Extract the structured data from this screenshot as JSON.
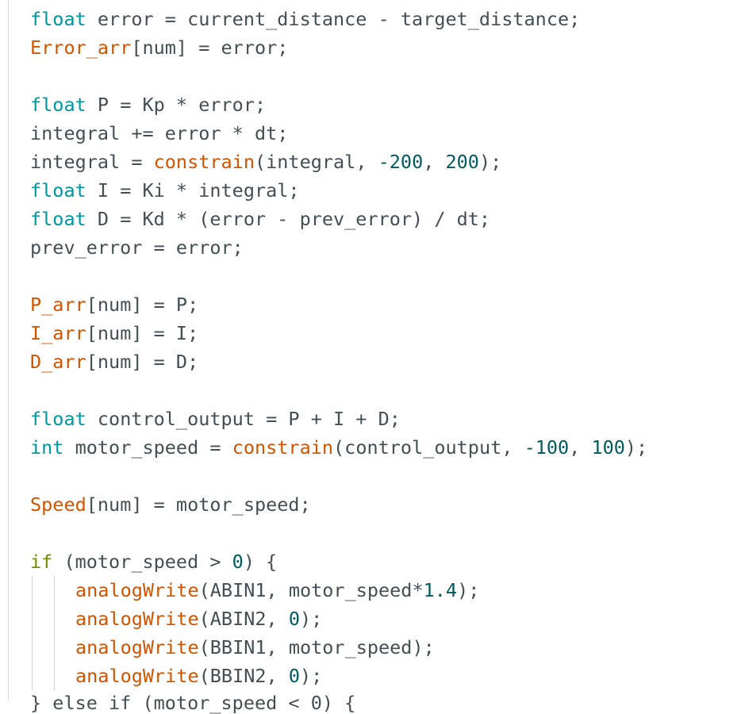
{
  "code_lines": [
    [
      {
        "t": "float",
        "c": "kw"
      },
      {
        "t": " error = current_distance - target_distance;",
        "c": "plain"
      }
    ],
    [
      {
        "t": "Error_arr",
        "c": "fn"
      },
      {
        "t": "[num] = error;",
        "c": "plain"
      }
    ],
    [],
    [
      {
        "t": "float",
        "c": "kw"
      },
      {
        "t": " P = Kp * error;",
        "c": "plain"
      }
    ],
    [
      {
        "t": "integral += error * dt;",
        "c": "plain"
      }
    ],
    [
      {
        "t": "integral = ",
        "c": "plain"
      },
      {
        "t": "constrain",
        "c": "fn"
      },
      {
        "t": "(integral, ",
        "c": "plain"
      },
      {
        "t": "-200",
        "c": "num"
      },
      {
        "t": ", ",
        "c": "plain"
      },
      {
        "t": "200",
        "c": "num"
      },
      {
        "t": ");",
        "c": "plain"
      }
    ],
    [
      {
        "t": "float",
        "c": "kw"
      },
      {
        "t": " I = Ki * integral;",
        "c": "plain"
      }
    ],
    [
      {
        "t": "float",
        "c": "kw"
      },
      {
        "t": " D = Kd * (error - prev_error) / dt;",
        "c": "plain"
      }
    ],
    [
      {
        "t": "prev_error = error;",
        "c": "plain"
      }
    ],
    [],
    [
      {
        "t": "P_arr",
        "c": "fn"
      },
      {
        "t": "[num] = P;",
        "c": "plain"
      }
    ],
    [
      {
        "t": "I_arr",
        "c": "fn"
      },
      {
        "t": "[num] = I;",
        "c": "plain"
      }
    ],
    [
      {
        "t": "D_arr",
        "c": "fn"
      },
      {
        "t": "[num] = D;",
        "c": "plain"
      }
    ],
    [],
    [
      {
        "t": "float",
        "c": "kw"
      },
      {
        "t": " control_output = P + I + D;",
        "c": "plain"
      }
    ],
    [
      {
        "t": "int",
        "c": "kw"
      },
      {
        "t": " motor_speed = ",
        "c": "plain"
      },
      {
        "t": "constrain",
        "c": "fn"
      },
      {
        "t": "(control_output, ",
        "c": "plain"
      },
      {
        "t": "-100",
        "c": "num"
      },
      {
        "t": ", ",
        "c": "plain"
      },
      {
        "t": "100",
        "c": "num"
      },
      {
        "t": ");",
        "c": "plain"
      }
    ],
    [],
    [
      {
        "t": "Speed",
        "c": "fn"
      },
      {
        "t": "[num] = motor_speed;",
        "c": "plain"
      }
    ],
    [],
    [
      {
        "t": "if",
        "c": "kw2"
      },
      {
        "t": " (motor_speed > ",
        "c": "plain"
      },
      {
        "t": "0",
        "c": "num"
      },
      {
        "t": ") {",
        "c": "plain"
      }
    ],
    [
      {
        "indent": true
      },
      {
        "t": "analogWrite",
        "c": "fn"
      },
      {
        "t": "(ABIN1, motor_speed*",
        "c": "plain"
      },
      {
        "t": "1.4",
        "c": "num"
      },
      {
        "t": ");",
        "c": "plain"
      }
    ],
    [
      {
        "indent": true
      },
      {
        "t": "analogWrite",
        "c": "fn"
      },
      {
        "t": "(ABIN2, ",
        "c": "plain"
      },
      {
        "t": "0",
        "c": "num"
      },
      {
        "t": ");",
        "c": "plain"
      }
    ],
    [
      {
        "indent": true
      },
      {
        "t": "analogWrite",
        "c": "fn"
      },
      {
        "t": "(BBIN1, motor_speed);",
        "c": "plain"
      }
    ],
    [
      {
        "indent": true
      },
      {
        "t": "analogWrite",
        "c": "fn"
      },
      {
        "t": "(BBIN2, ",
        "c": "plain"
      },
      {
        "t": "0",
        "c": "num"
      },
      {
        "t": ");",
        "c": "plain"
      }
    ]
  ],
  "cut_line": "} else if (motor_speed < 0) {"
}
